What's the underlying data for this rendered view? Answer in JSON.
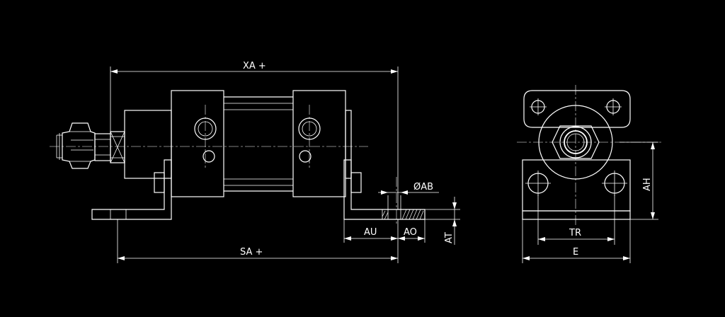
{
  "dimensions": {
    "xa": "XA +",
    "sa": "SA +",
    "au": "AU",
    "ao": "AO",
    "at": "AT",
    "ab": "ØAB",
    "tr": "TR",
    "e": "E",
    "ah": "AH"
  },
  "colors": {
    "background": "#000000",
    "lines": "#ffffff"
  }
}
